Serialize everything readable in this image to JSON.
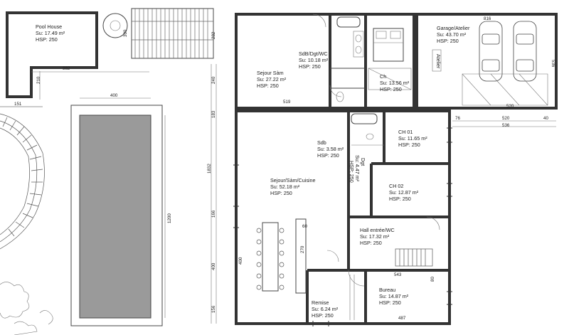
{
  "rooms": {
    "pool_house": {
      "name": "Pool House",
      "area": "Su: 17.49 m²",
      "hsp": "HSP: 250"
    },
    "sejour_top": {
      "name": "Sejour Sàm",
      "area": "Su: 27.22 m²",
      "hsp": "HSP: 250"
    },
    "sdb_dgt_wc": {
      "name": "SdB/Dgt/WC",
      "area": "Su: 10.18 m²",
      "hsp": "HSP: 250"
    },
    "ch": {
      "name": "Ch",
      "area": "Su: 13.56 m²",
      "hsp": "HSP: 250"
    },
    "garage": {
      "name": "Garage/Atelier",
      "area": "Su: 43.70 m²",
      "hsp": "HSP: 250"
    },
    "atelier_note": "Atelier",
    "sdb": {
      "name": "Sdb",
      "area": "Su: 3.58 m²",
      "hsp": "HSP: 250"
    },
    "dgt": {
      "name": "Dgt",
      "area": "Su: 4.47 m²",
      "hsp": "HSP: 250"
    },
    "ch01": {
      "name": "CH 01",
      "area": "Su: 11.65 m²",
      "hsp": "HSP: 250"
    },
    "ch02": {
      "name": "CH 02",
      "area": "Su: 12.87 m²",
      "hsp": "HSP: 250"
    },
    "sejour_main": {
      "name": "Sejour/Sàm/Cuisine",
      "area": "Su: 52.18 m²",
      "hsp": "HSP: 250"
    },
    "hall": {
      "name": "Hall entrée/WC",
      "area": "Su: 17.32 m²",
      "hsp": "HSP: 250"
    },
    "bureau": {
      "name": "Bureau",
      "area": "Su: 14.87 m²",
      "hsp": "HSP: 250"
    },
    "remise": {
      "name": "Remise",
      "area": "Su: 6.24 m²",
      "hsp": "HSP: 250"
    }
  },
  "dimensions": {
    "d382": "382",
    "d210": "210",
    "d151": "151",
    "d400": "400",
    "d300": "300",
    "d240": "240",
    "d282": "282",
    "d183": "183",
    "d1832": "1832",
    "d1200": "1200",
    "d166": "166",
    "d400b": "400",
    "d156": "156",
    "d519": "519",
    "d816": "816",
    "d536": "536",
    "d520a": "520",
    "d76": "76",
    "d520b": "520",
    "d40": "40",
    "d536b": "536",
    "d60": "60",
    "d270": "270",
    "d400c": "400",
    "d543": "543",
    "d80": "80",
    "d487": "487"
  }
}
